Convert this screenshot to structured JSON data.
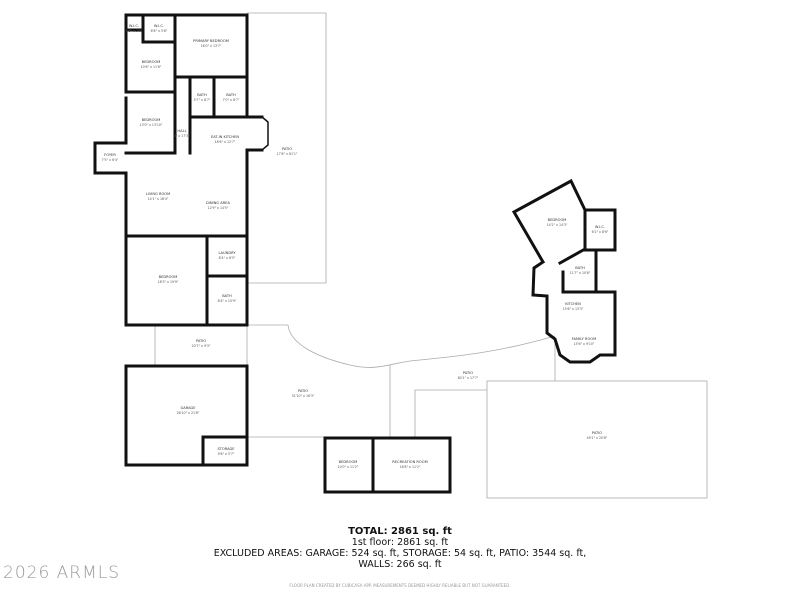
{
  "rooms": {
    "wic1": {
      "name": "W.I.C.",
      "dim": "3'6\" x 2'8\""
    },
    "wic2": {
      "name": "W.I.C.",
      "dim": "6'6\" x 5'8\""
    },
    "primary_bedroom": {
      "name": "PRIMARY BEDROOM",
      "dim": "16'0\" x 13'7\""
    },
    "bedroom1": {
      "name": "BEDROOM",
      "dim": "10'6\" x 11'6\""
    },
    "bath1": {
      "name": "BATH",
      "dim": "5'7\" x 8'7\""
    },
    "bath2": {
      "name": "BATH",
      "dim": "7'0\" x 8'7\""
    },
    "bedroom2": {
      "name": "BEDROOM",
      "dim": "13'0\" x 13'10\""
    },
    "hall": {
      "name": "HALL",
      "dim": "3' x 17'3\""
    },
    "eat_in_kitchen": {
      "name": "EAT-IN KITCHEN",
      "dim": "18'6\" x 12'7\""
    },
    "patio_upper": {
      "name": "PATIO",
      "dim": "17'8\" x 61'1\""
    },
    "foyer": {
      "name": "FOYER",
      "dim": "7'5\" x 6'4\""
    },
    "living_room": {
      "name": "LIVING ROOM",
      "dim": "14'1\" x 18'4\""
    },
    "dining_area": {
      "name": "DINING AREA",
      "dim": "12'9\" x 14'5\""
    },
    "laundry": {
      "name": "LAUNDRY",
      "dim": "8'4\" x 8'5\""
    },
    "bedroom3": {
      "name": "BEDROOM",
      "dim": "18'3\" x 19'9\""
    },
    "bath3": {
      "name": "BATH",
      "dim": "8'4\" x 10'9\""
    },
    "patio_small": {
      "name": "PATIO",
      "dim": "20'7\" x 9'3\""
    },
    "garage": {
      "name": "GARAGE",
      "dim": "26'10\" x 21'8\""
    },
    "storage": {
      "name": "STORAGE",
      "dim": "9'8\" x 5'7\""
    },
    "patio_center": {
      "name": "PATIO",
      "dim": "31'10\" x 16'3\""
    },
    "bedroom4": {
      "name": "BEDROOM",
      "dim": "10'0\" x 11'2\""
    },
    "recreation_room": {
      "name": "RECREATION ROOM",
      "dim": "16'8\" x 11'2\""
    },
    "patio_curved": {
      "name": "PATIO",
      "dim": "80'1\" x 17'7\""
    },
    "patio_large": {
      "name": "PATIO",
      "dim": "49'1\" x 20'8\""
    },
    "bedroom5": {
      "name": "BEDROOM",
      "dim": "14'2\" x 14'3\""
    },
    "wic3": {
      "name": "W.I.C.",
      "dim": "6'2\" x 8'6\""
    },
    "bath4": {
      "name": "BATH",
      "dim": "11'7\" x 10'8\""
    },
    "kitchen": {
      "name": "KITCHEN",
      "dim": "15'6\" x 13'3\""
    },
    "family_room": {
      "name": "FAMILY ROOM",
      "dim": "15'6\" x 9'10\""
    }
  },
  "summary": {
    "total": "TOTAL: 2861 sq. ft",
    "floor": "1st floor: 2861 sq. ft",
    "excluded": "EXCLUDED AREAS: GARAGE: 524 sq. ft, STORAGE: 54 sq. ft, PATIO: 3544 sq. ft,",
    "walls": "WALLS: 266 sq. ft"
  },
  "watermark": "2026 ARMLS",
  "disclaimer": "FLOOR PLAN CREATED BY CUBICASA APP. MEASUREMENTS DEEMED HIGHLY RELIABLE BUT NOT GUARANTEED."
}
